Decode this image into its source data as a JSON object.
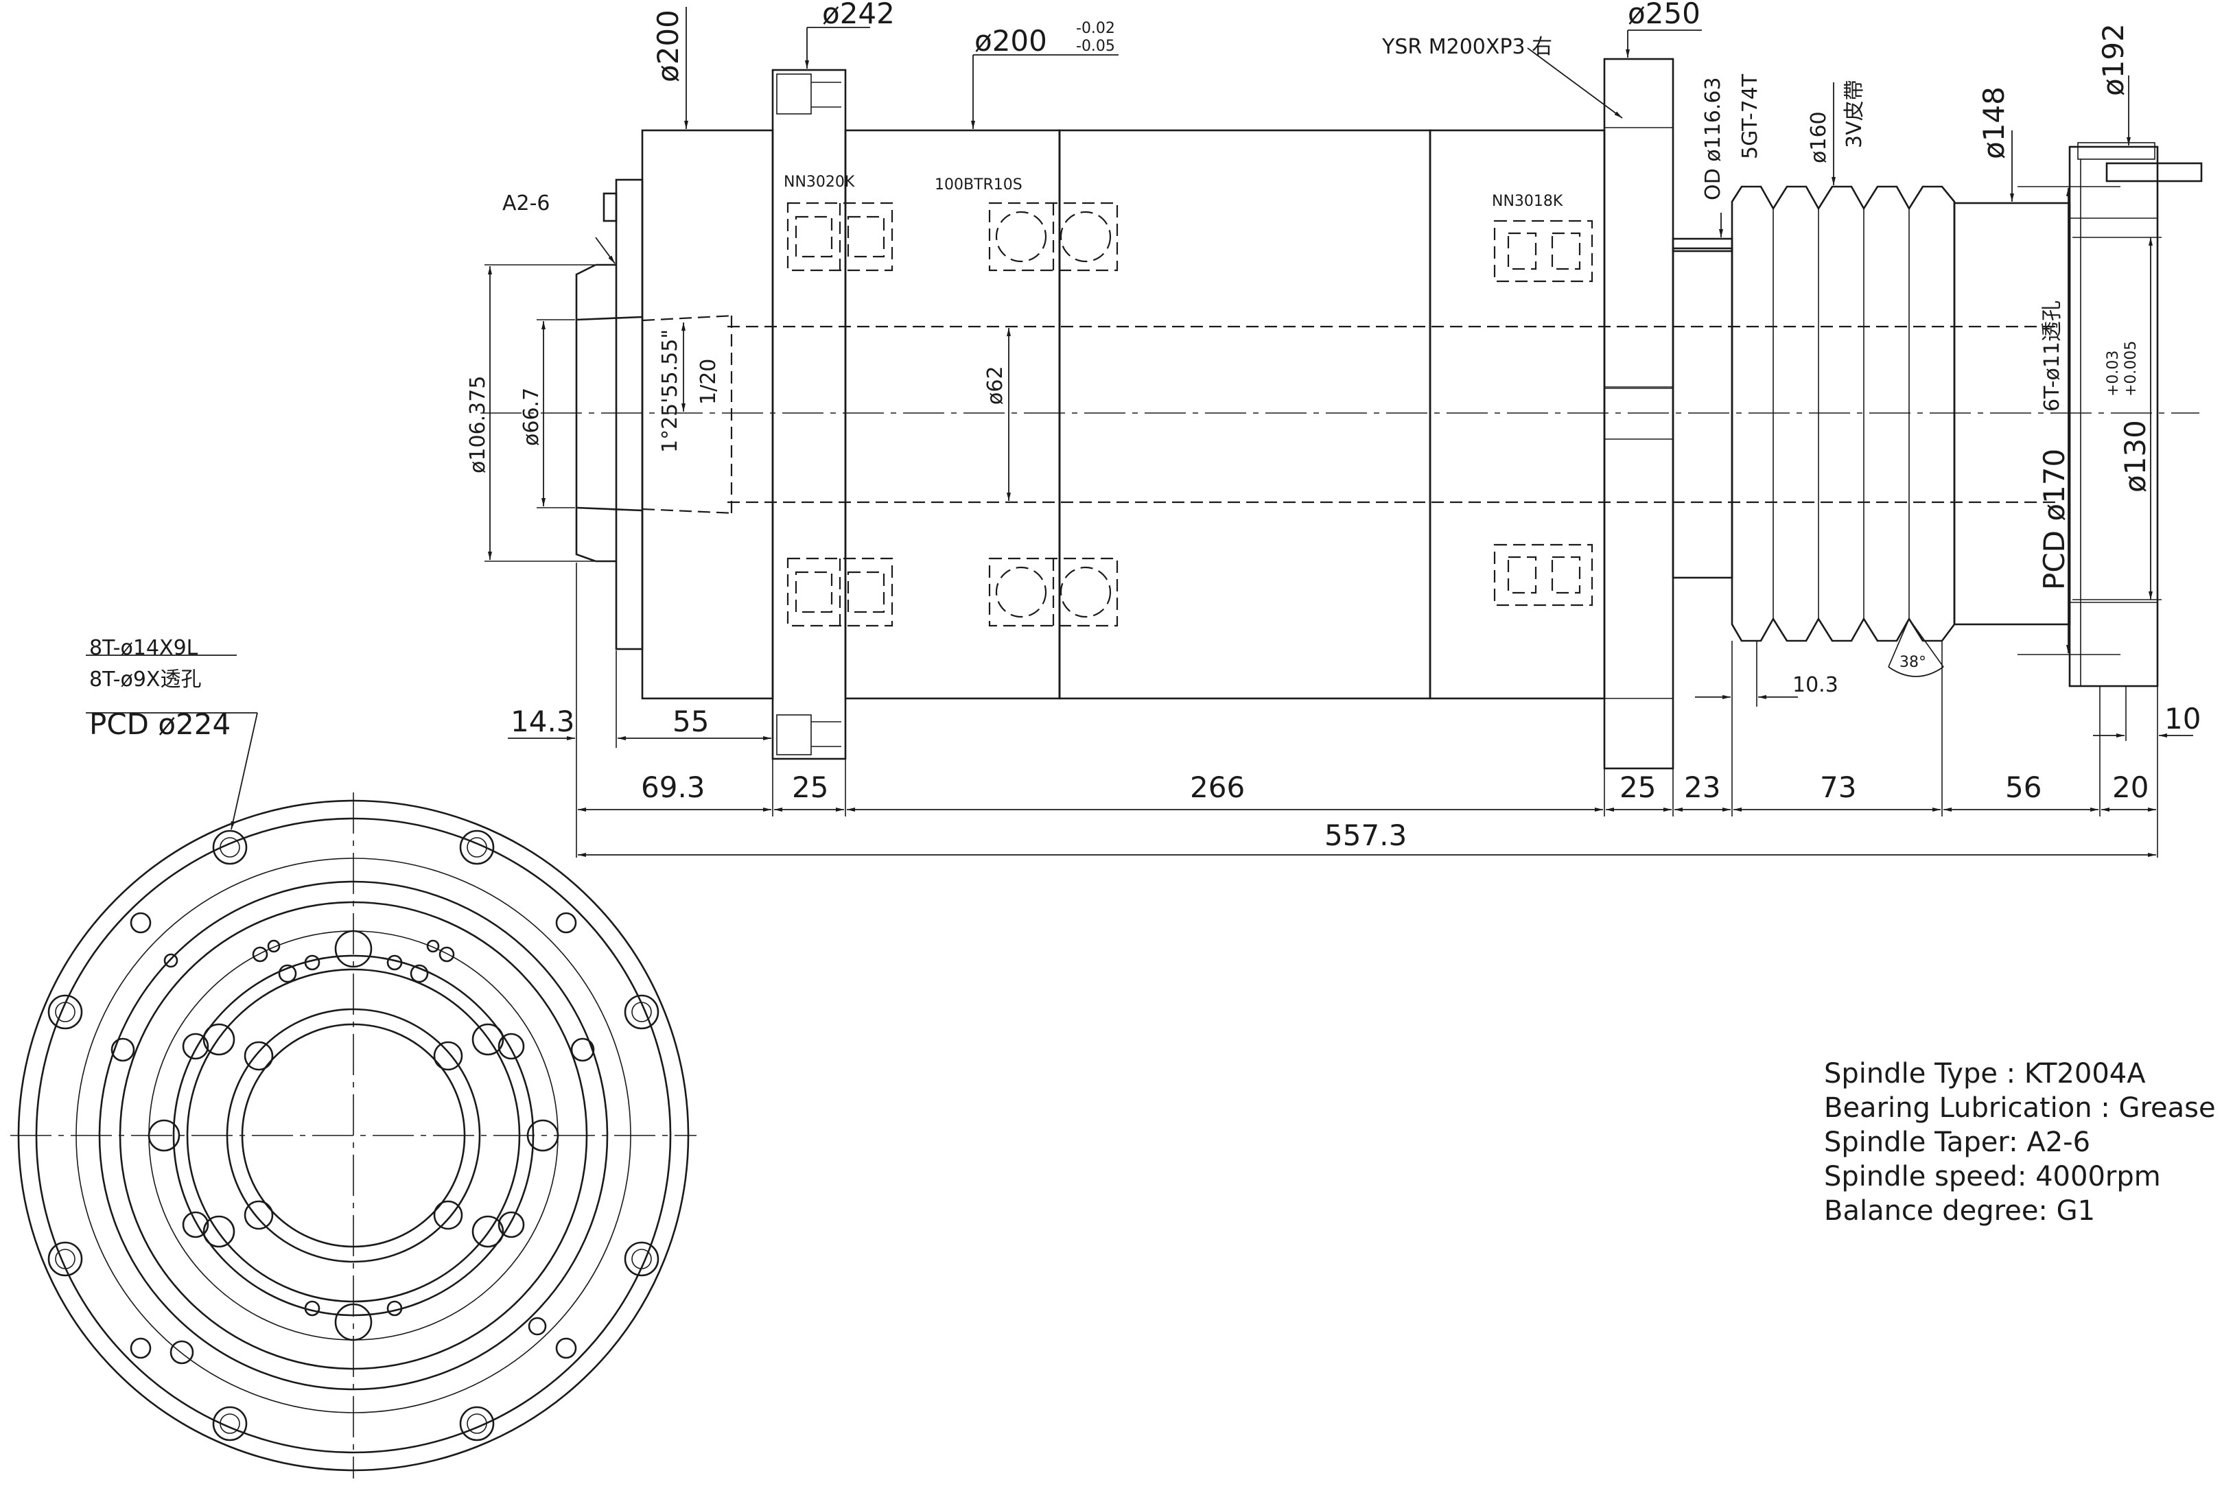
{
  "dimensions": {
    "d200_left": "ø200",
    "d242": "ø242",
    "d200_mid": "ø200",
    "d200_tol_upper": "-0.02",
    "d200_tol_lower": "-0.05",
    "d250": "ø250",
    "od": "OD ø116.63",
    "belt_grooves": "5GT-74T",
    "d160": "ø160",
    "v_belt": "3V皮帶",
    "d148": "ø148",
    "d192": "ø192",
    "d106": "ø106.375",
    "d66": "ø66.7",
    "taper_angle": "1°25'55.55\"",
    "taper_ratio": "1/20",
    "d62": "ø62",
    "d170": "PCD ø170",
    "holes_6t": "6T-ø11透孔",
    "d130": "ø130",
    "d130_tol_upper": "+0.03",
    "d130_tol_lower": "+0.005",
    "len_14_3": "14.3",
    "len_55": "55",
    "len_69_3": "69.3",
    "len_25a": "25",
    "len_266": "266",
    "len_25b": "25",
    "len_23": "23",
    "len_73": "73",
    "len_56": "56",
    "len_20": "20",
    "len_10": "10",
    "len_10_3": "10.3",
    "angle_38": "38°",
    "total_length": "557.3"
  },
  "labels": {
    "a26": "A2-6",
    "nn3020k": "NN3020K",
    "btr": "100BTR10S",
    "nn3018k": "NN3018K",
    "nut": "YSR M200XP3 右",
    "holes_14": "8T-ø14X9L",
    "holes_9": "8T-ø9X透孔",
    "pcd224": "PCD ø224"
  },
  "specs": [
    "Spindle Type : KT2004A",
    "Bearing Lubrication : Grease",
    "Spindle Taper: A2-6",
    "Spindle speed: 4000rpm",
    "Balance degree: G1"
  ]
}
